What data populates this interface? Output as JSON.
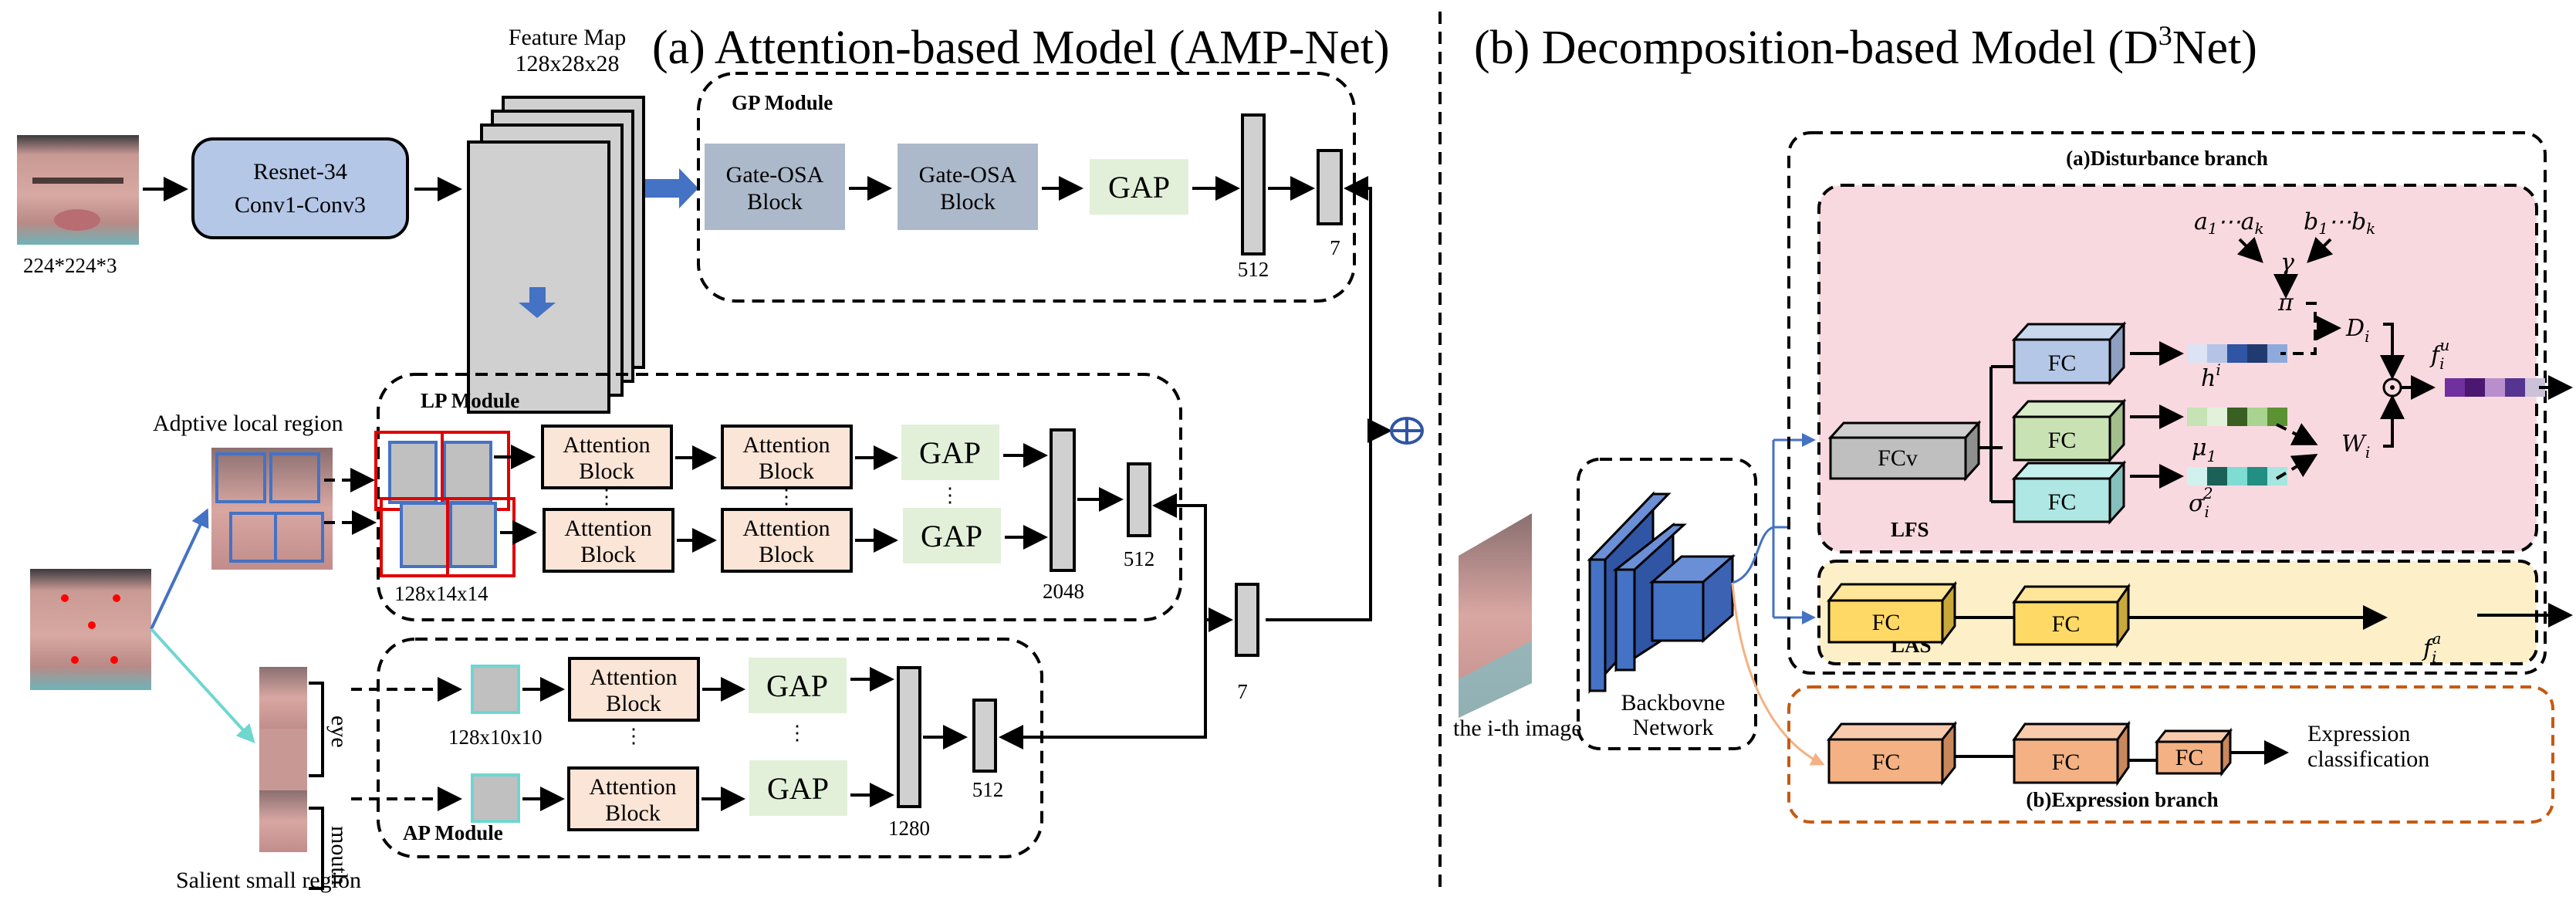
{
  "titles": {
    "amp": "(a) Attention-based Model (AMP-Net)",
    "d3_prefix": "(b) Decomposition-based Model (D",
    "d3_sup": "3",
    "d3_suffix": "Net)"
  },
  "amp": {
    "input_size": "224*224*3",
    "resnet_line1": "Resnet-34",
    "resnet_line2": "Conv1-Conv3",
    "feature_map_label": "Feature Map",
    "feature_map_size": "128x28x28",
    "gp": {
      "title": "GP Module",
      "block1_l1": "Gate-OSA",
      "block1_l2": "Block",
      "block2_l1": "Gate-OSA",
      "block2_l2": "Block",
      "gap": "GAP",
      "fc1_dim": "512",
      "fc2_dim": "7"
    },
    "lp": {
      "title": "LP Module",
      "region_label": "Adptive local region",
      "patch_size": "128x14x14",
      "att_l1": "Attention",
      "att_l2": "Block",
      "gap": "GAP",
      "concat_dim": "2048",
      "fc_dim": "512"
    },
    "ap": {
      "title": "AP Module",
      "region_label": "Salient small region",
      "eye_label": "eye",
      "mouth_label": "mouth",
      "patch_size": "128x10x10",
      "att_l1": "Attention",
      "att_l2": "Block",
      "gap": "GAP",
      "concat_dim": "1280",
      "fc_dim": "512"
    },
    "fusion_dim": "7",
    "sum_symbol": "⊕",
    "vdots": "⋮"
  },
  "d3": {
    "input_label": "the i-th image",
    "backbone_l1": "Backbovne",
    "backbone_l2": "Network",
    "disturbance_title": "(a)Disturbance branch",
    "lfs": {
      "title": "LFS",
      "fcv": "FCv",
      "fc": "FC",
      "a1": "a",
      "a1_sub": "1",
      "ak": "a",
      "ak_sub": "k",
      "b1": "b",
      "b1_sub": "1",
      "bk": "b",
      "bk_sub": "k",
      "dots": "⋯",
      "gamma": "γ",
      "pi": "π",
      "D": "D",
      "D_sub": "i",
      "h": "h",
      "h_sup": "i",
      "mu": "μ",
      "mu_sub": "1",
      "sigma": "σ",
      "sigma_sub": "i",
      "sigma_sup": "2",
      "W": "W",
      "W_sub": "i",
      "fu": "f",
      "fu_sub": "i",
      "fu_sup": "u",
      "odot": "⊙",
      "h_colors": [
        "#dbe3f4",
        "#b4c4e6",
        "#2f55a4",
        "#213a70",
        "#8eaadc"
      ],
      "mu_colors": [
        "#c5e3b5",
        "#e2f1da",
        "#3a5f22",
        "#a8d48f",
        "#5c9234"
      ],
      "sigma_colors": [
        "#d1f1ee",
        "#1b6158",
        "#7fdcd3",
        "#238e83",
        "#a6e6e0"
      ],
      "fu_colors": [
        "#7030a0",
        "#4b1770",
        "#b88fcc",
        "#563590",
        "#cbc1d8"
      ]
    },
    "las": {
      "title": "LAS",
      "fc": "FC",
      "fa": "f",
      "fa_sub": "i",
      "fa_sup": "a",
      "fa_colors": [
        "#f7d559",
        "#fbe39e",
        "#b88c0e",
        "#7a5a07"
      ]
    },
    "expression": {
      "title": "(b)Expression branch",
      "fc": "FC",
      "output_l1": "Expression",
      "output_l2": "classification"
    }
  },
  "colors": {
    "resnet": "#b4c7e7",
    "feature_map": "#d0d0d0",
    "gate_osa": "#acb9ca",
    "gap": "#e2f0d9",
    "attention": "#fbe5d6",
    "fc_bar": "#d0d0d0",
    "blue_arrow": "#4472c4",
    "teal_arrow": "#6fd6d0",
    "lfs_bg": "#f9d9e0",
    "las_bg": "#fdf0c8",
    "expr_border": "#c55a11",
    "fcv": "#bfbfbf",
    "fc_blue": "#b4c7e7",
    "fc_green": "#c9e2b3",
    "fc_teal": "#aee7e3",
    "fc_yellow": "#ffd966",
    "fc_orange": "#f4b183",
    "backbone": "#4472c4",
    "red_box": "#e00000",
    "landmark": "#ff0000",
    "sum_symbol": "#2f55a4"
  }
}
